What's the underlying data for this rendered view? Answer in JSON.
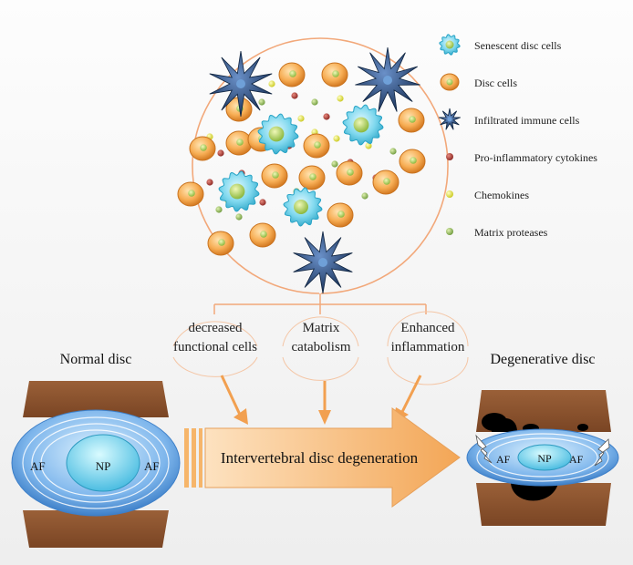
{
  "legend": {
    "items": [
      {
        "icon": "senescent-cell-icon",
        "label": "Senescent disc cells"
      },
      {
        "icon": "disc-cell-icon",
        "label": "Disc cells"
      },
      {
        "icon": "immune-cell-icon",
        "label": "Infiltrated immune cells"
      },
      {
        "icon": "cytokine-dot-icon",
        "label": "Pro-inflammatory cytokines"
      },
      {
        "icon": "chemokine-dot-icon",
        "label": "Chemokines"
      },
      {
        "icon": "protease-dot-icon",
        "label": "Matrix proteases"
      }
    ]
  },
  "effects": [
    {
      "line1": "decreased",
      "line2": "functional cells"
    },
    {
      "line1": "Matrix",
      "line2": "catabolism"
    },
    {
      "line1": "Enhanced",
      "line2": "inflammation"
    }
  ],
  "normal_disc": {
    "title": "Normal disc",
    "af_left": "AF",
    "np": "NP",
    "af_right": "AF"
  },
  "degenerative_disc": {
    "title": "Degenerative disc",
    "af_left": "AF",
    "np": "NP",
    "af_right": "AF"
  },
  "main_arrow": {
    "label": "Intervertebral disc degeneration"
  },
  "colors": {
    "disc_cell": "#f2a040",
    "senescent_cell": "#4cc3de",
    "immune_cell": "#1e3f66",
    "cytokine": "#a0322f",
    "chemokine": "#e3e336",
    "protease": "#8db85a",
    "arrow": "#f2a050",
    "vertebra": "#8a5230"
  }
}
